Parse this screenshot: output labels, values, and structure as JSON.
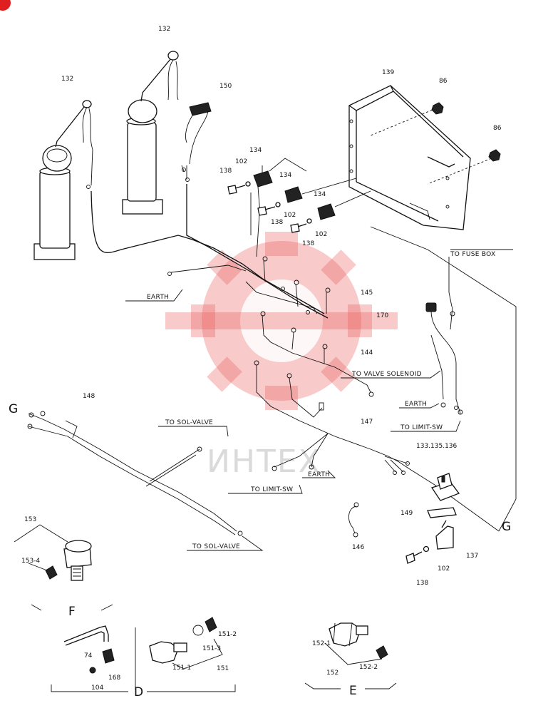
{
  "part_numbers": {
    "p132a": "132",
    "p132b": "132",
    "p150": "150",
    "p139": "139",
    "p86a": "86",
    "p86b": "86",
    "p134a": "134",
    "p134b": "134",
    "p134c": "134",
    "p102a": "102",
    "p102b": "102",
    "p102c": "102",
    "p138a": "138",
    "p138b": "138",
    "p138c": "138",
    "p145": "145",
    "p170": "170",
    "p144": "144",
    "p148": "148",
    "p147": "147",
    "p133": "133.135.136",
    "p149": "149",
    "p146": "146",
    "p137": "137",
    "p102d": "102",
    "p138d": "138",
    "p153": "153",
    "p153_4": "153-4",
    "p74": "74",
    "p168": "168",
    "p104": "104",
    "p151_1": "151-1",
    "p151_2": "151-2",
    "p151_3": "151-3",
    "p151": "151",
    "p152_1": "152-1",
    "p152_2": "152-2",
    "p152": "152"
  },
  "callouts": {
    "earth_1": "EARTH",
    "to_fuse_box": "TO FUSE BOX",
    "to_valve_solenoid": "TO VALVE SOLENOID",
    "earth_2": "EARTH",
    "to_limit_sw_1": "TO LIMIT-SW",
    "to_sol_valve_1": "TO SOL-VALVE",
    "earth_3": "EARTH",
    "to_limit_sw_2": "TO LIMIT-SW",
    "to_sol_valve_2": "TO SOL-VALVE"
  },
  "section_letters": {
    "g_left": "G",
    "g_right": "G",
    "f": "F",
    "d": "D",
    "e": "E"
  },
  "watermark": {
    "text": "ИНТЕХ",
    "color": "#e85a5a"
  }
}
